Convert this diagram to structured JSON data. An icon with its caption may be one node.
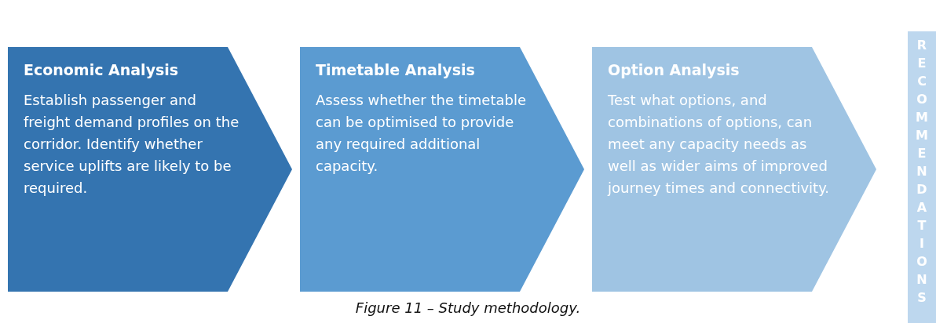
{
  "diagram": {
    "caption": "Figure 11 – Study methodology.",
    "nodes": [
      {
        "text": [
          "Economic Analysis",
          "Establish passenger and freight demand profiles on the corridor. Identify whether service uplifts are likely to be required."
        ]
      },
      {
        "text": [
          "Timetable Analysis",
          "Assess whether the timetable can be optimised to provide any required additional capacity."
        ]
      },
      {
        "text": [
          "Option Analysis",
          "Test what options, and combinations of options, can meet any capacity needs as well as wider aims of improved journey times and connectivity."
        ]
      },
      {
        "text": [
          "RECOMMENDATIONS"
        ]
      }
    ]
  }
}
